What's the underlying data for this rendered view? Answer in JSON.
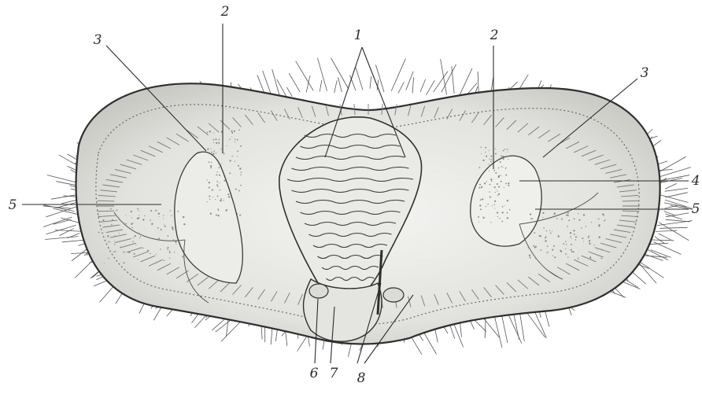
{
  "figure": {
    "labels": {
      "l1": "1",
      "l2_left": "2",
      "l2_right": "2",
      "l3_left": "3",
      "l3_right": "3",
      "l4": "4",
      "l5_left": "5",
      "l5_right": "5",
      "l6": "6",
      "l7": "7",
      "l8": "8"
    }
  }
}
